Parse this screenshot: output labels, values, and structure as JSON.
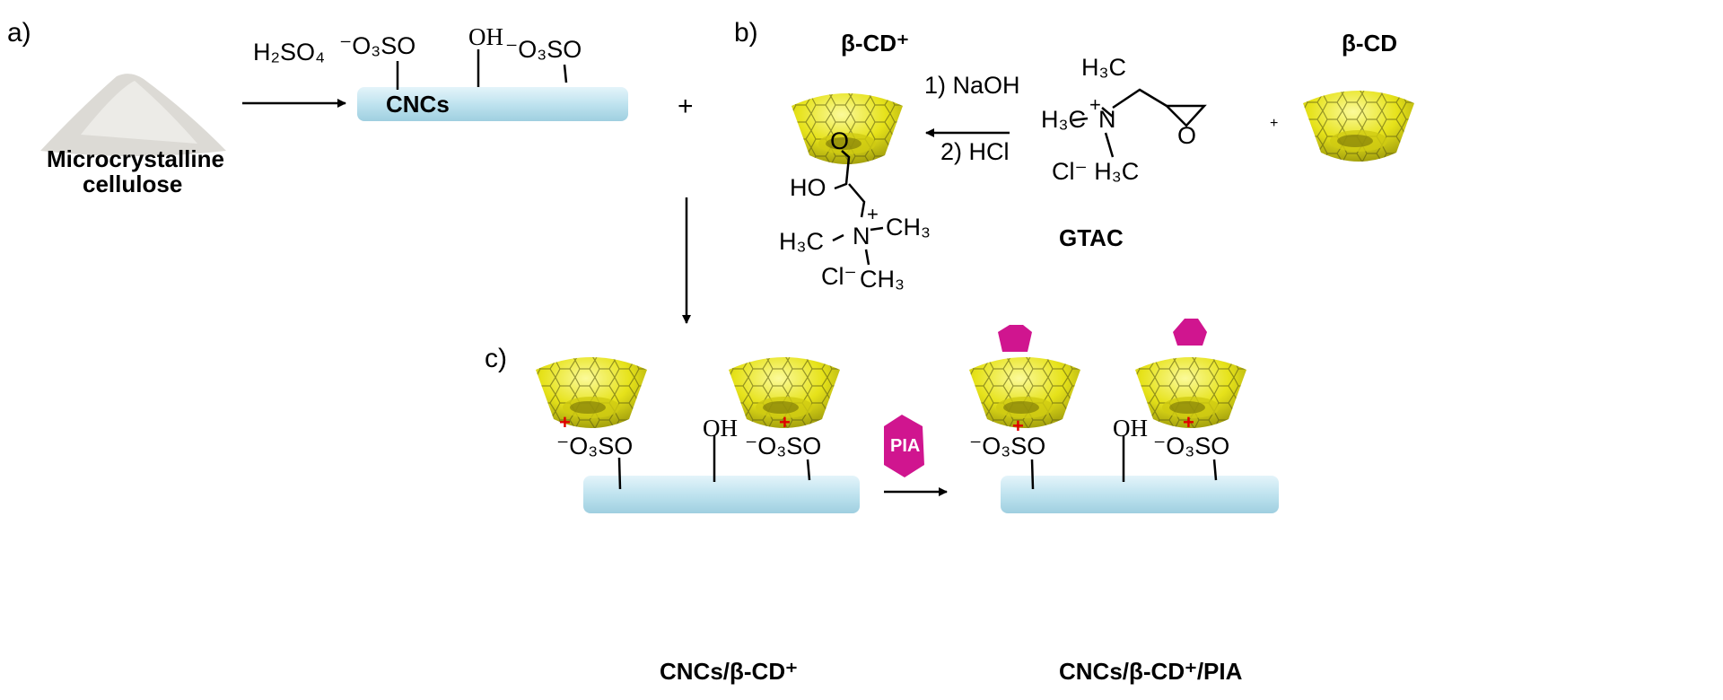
{
  "panels": {
    "a": "a)",
    "b": "b)",
    "c": "c)"
  },
  "panel_a": {
    "material_line1": "Microcrystalline",
    "material_line2": "cellulose",
    "reagent": "H₂SO₄",
    "rod_label": "CNCs",
    "groups": [
      "⁻O₃SO",
      "OH",
      "⁻O₃SO"
    ]
  },
  "plus_sign": "+",
  "panel_b": {
    "product_label": "β-CD⁺",
    "product_structure": {
      "o": "O",
      "ho": "HO",
      "n": "N",
      "charge": "+",
      "me_left": "H₃C",
      "me_right": "CH₃",
      "me_bottom": "CH₃",
      "counterion": "Cl⁻"
    },
    "step1": "1) NaOH",
    "step2": "2) HCl",
    "gtac_structure": {
      "me_top": "H₃C",
      "me_left": "H₃C",
      "charge": "+",
      "n": "N",
      "counterion_me": "Cl⁻ H₃C",
      "epoxide_o": "O"
    },
    "gtac_label": "GTAC",
    "small_plus": "+",
    "reactant_label": "β-CD"
  },
  "panel_c": {
    "charges": [
      "+",
      "+",
      "+",
      "+"
    ],
    "groups_left": [
      "⁻O₃SO",
      "OH",
      "⁻O₃SO"
    ],
    "groups_right": [
      "⁻O₃SO",
      "OH",
      "⁻O₃SO"
    ],
    "guest": "PIA",
    "label_left": "CNCs/β-CD⁺",
    "label_right": "CNCs/β-CD⁺/PIA"
  },
  "colors": {
    "rod": "#bfe3ef",
    "cone": "#e6e21a",
    "guest": "#d0158f",
    "charge": "#e00000"
  }
}
